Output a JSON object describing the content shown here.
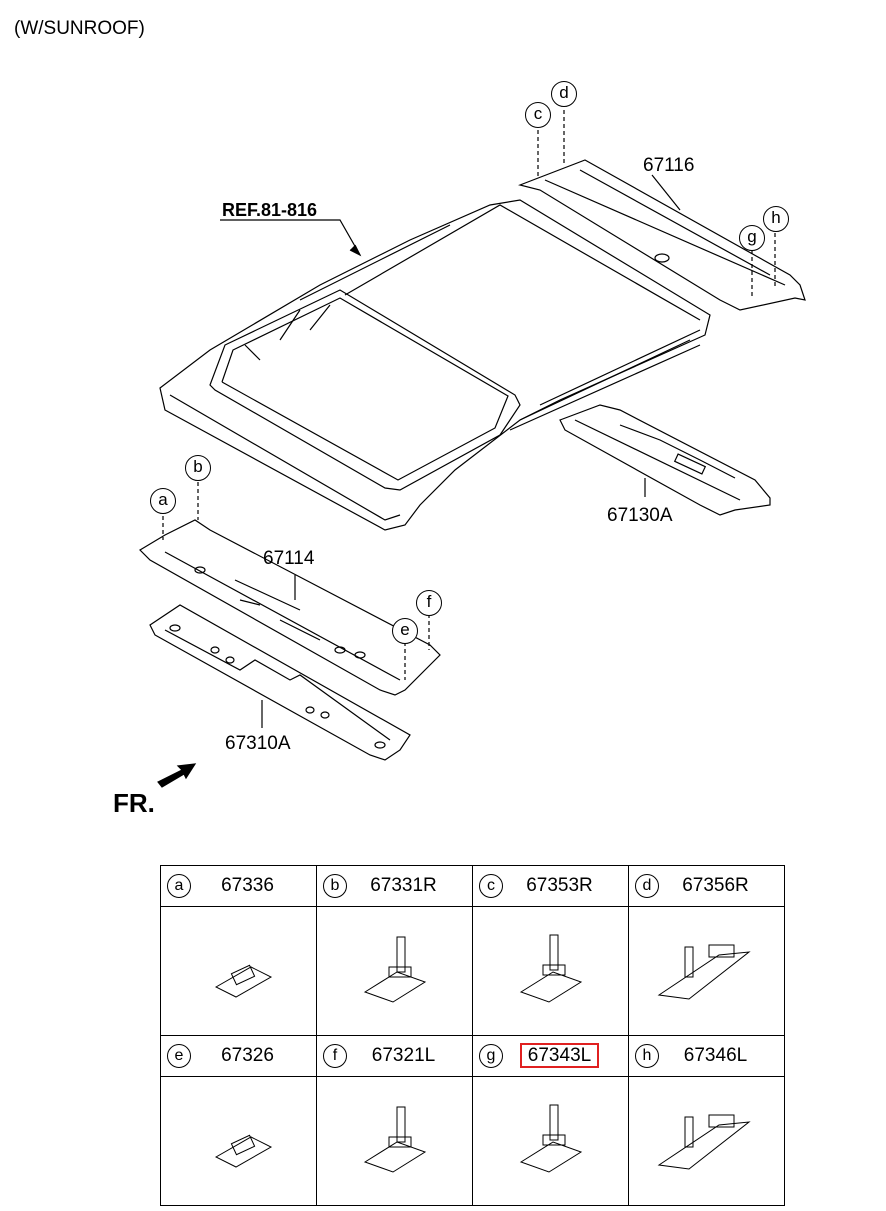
{
  "title": "(W/SUNROOF)",
  "ref_label": "REF.81-816",
  "front_label": "FR.",
  "diagram_labels": {
    "p67116": "67116",
    "p67130A": "67130A",
    "p67114": "67114",
    "p67310A": "67310A"
  },
  "callouts": {
    "a": "a",
    "b": "b",
    "c": "c",
    "d": "d",
    "e": "e",
    "f": "f",
    "g": "g",
    "h": "h"
  },
  "parts_table": [
    {
      "letter": "a",
      "part": "67336",
      "highlighted": false
    },
    {
      "letter": "b",
      "part": "67331R",
      "highlighted": false
    },
    {
      "letter": "c",
      "part": "67353R",
      "highlighted": false
    },
    {
      "letter": "d",
      "part": "67356R",
      "highlighted": false
    },
    {
      "letter": "e",
      "part": "67326",
      "highlighted": false
    },
    {
      "letter": "f",
      "part": "67321L",
      "highlighted": false
    },
    {
      "letter": "g",
      "part": "67343L",
      "highlighted": true
    },
    {
      "letter": "h",
      "part": "67346L",
      "highlighted": false
    }
  ],
  "highlight_color": "#e02020"
}
